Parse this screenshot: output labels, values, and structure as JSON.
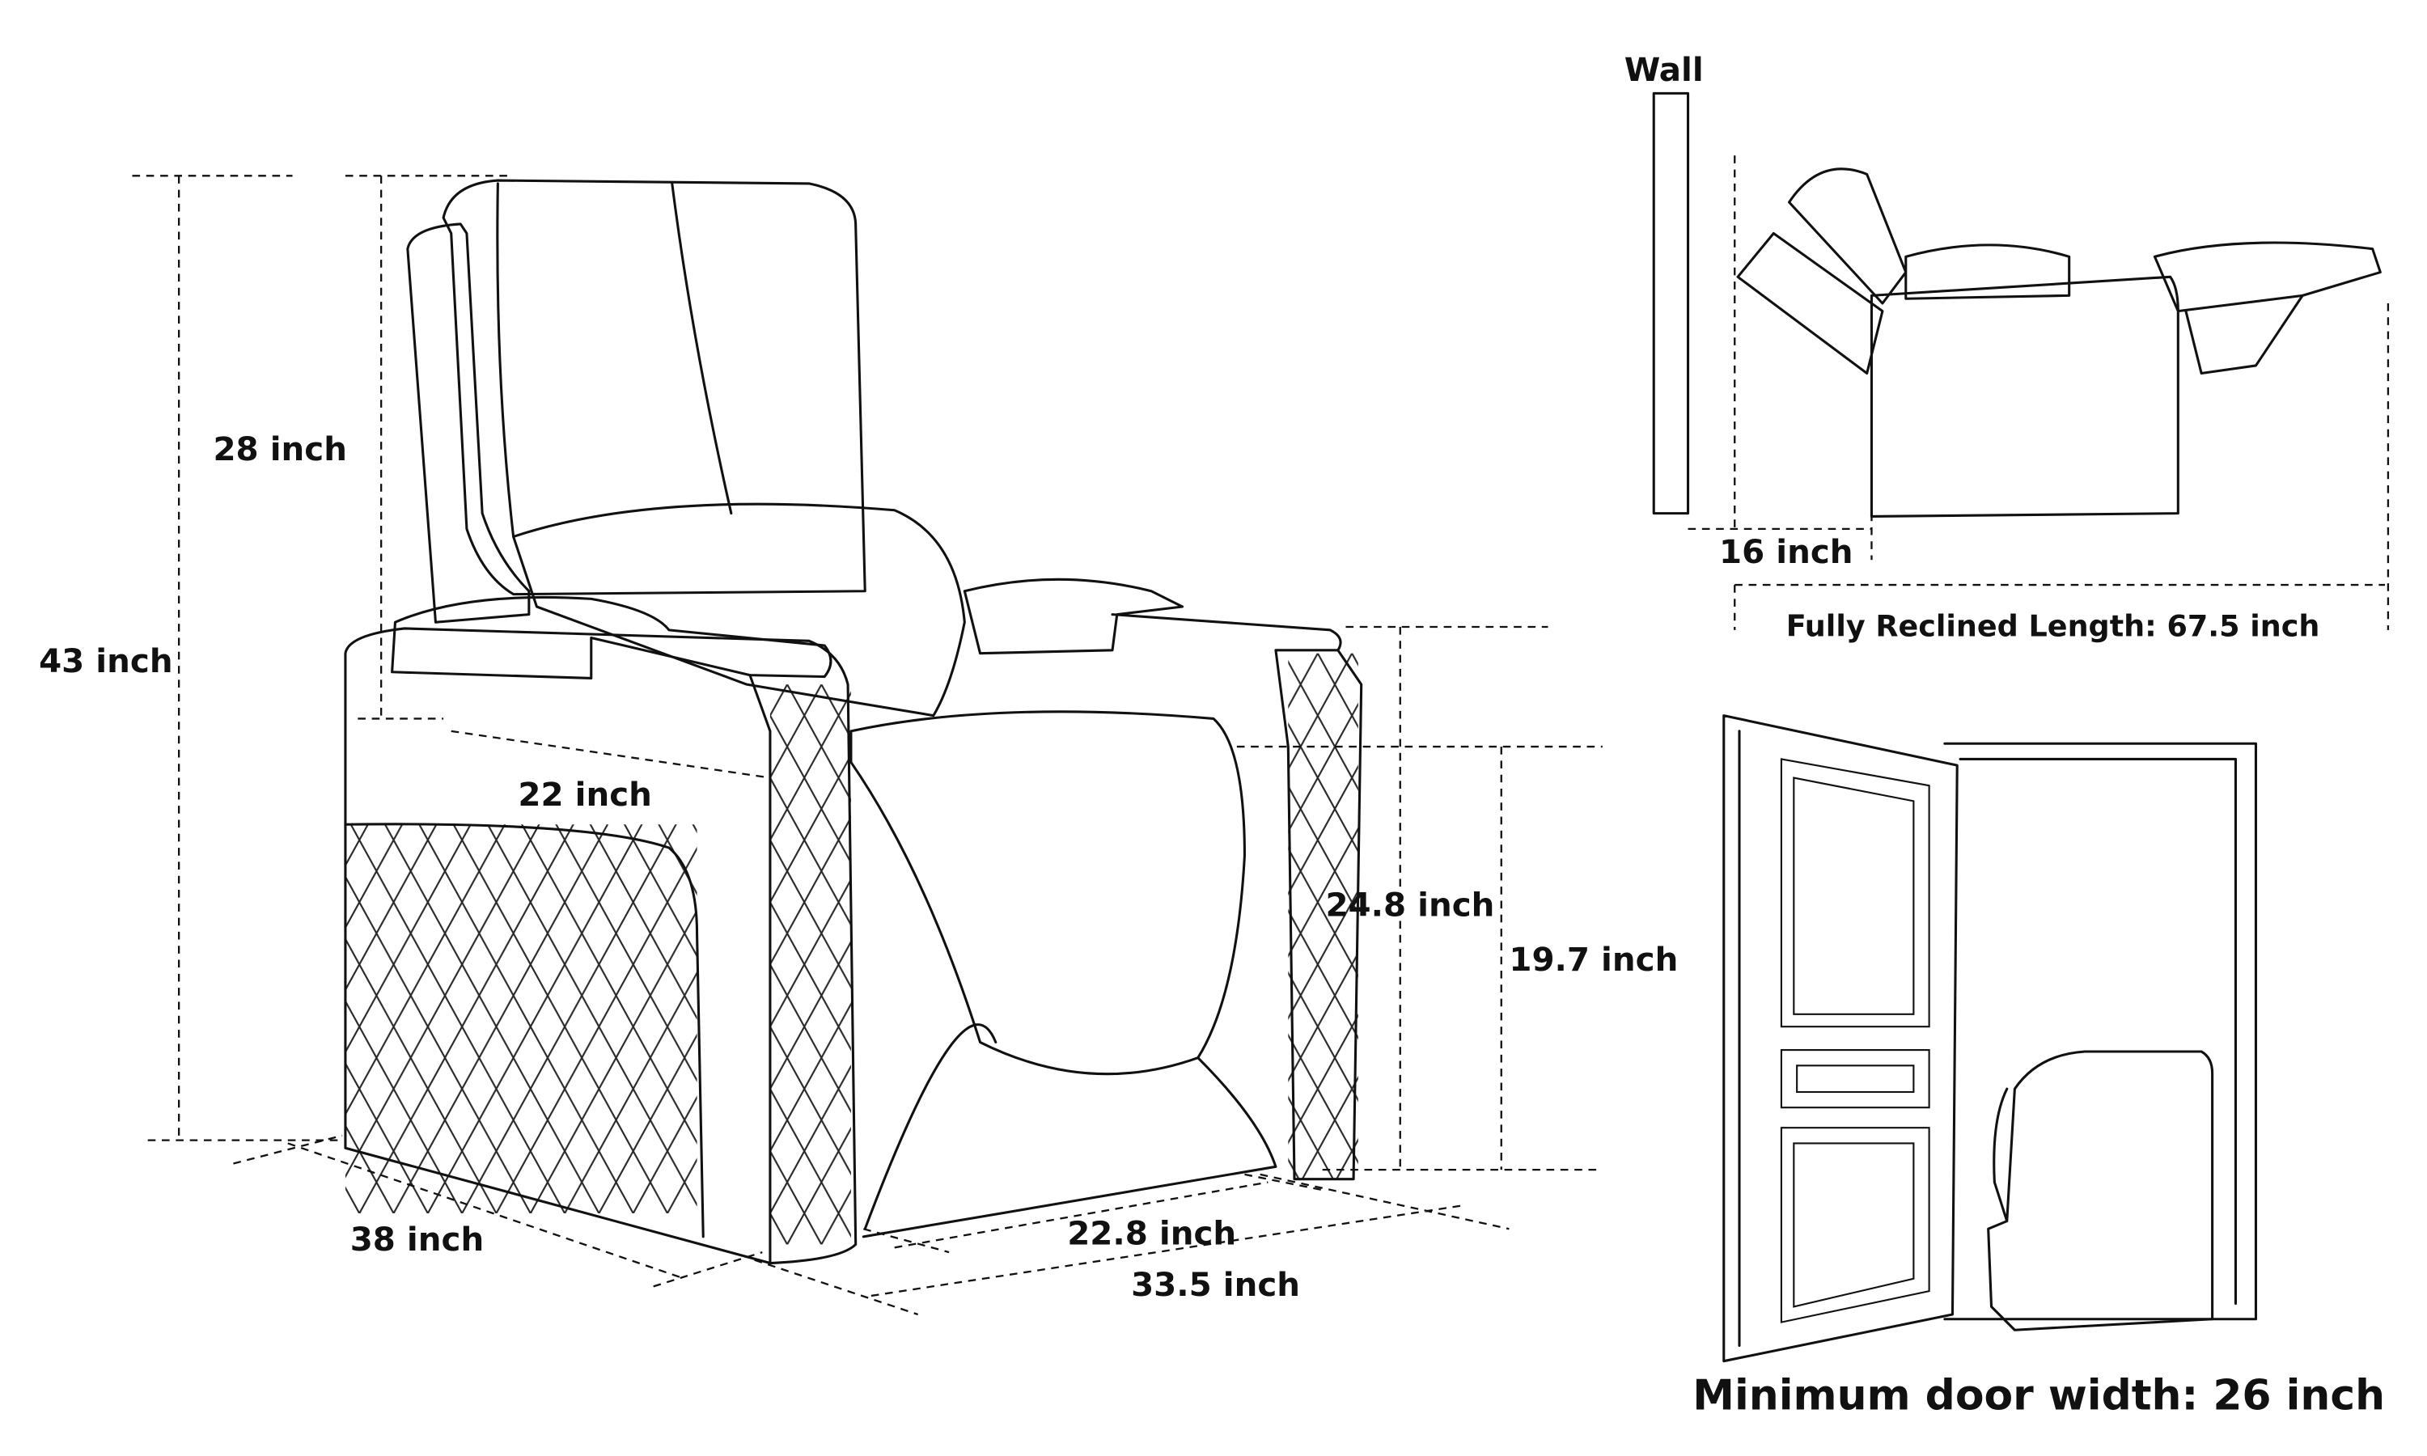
{
  "main_view": {
    "labels": {
      "overall_height": "43 inch",
      "back_height": "28 inch",
      "seat_depth": "22 inch",
      "armrest_height": "24.8 inch",
      "seat_height": "19.7 inch",
      "depth": "38 inch",
      "seat_width": "22.8 inch",
      "overall_width": "33.5 inch"
    }
  },
  "recline_view": {
    "wall_label": "Wall",
    "wall_clearance": "16 inch",
    "reclined_length": "Fully Reclined Length: 67.5 inch"
  },
  "door_view": {
    "caption": "Minimum door width: 26 inch"
  },
  "colors": {
    "line": "#111111",
    "background": "#ffffff"
  }
}
